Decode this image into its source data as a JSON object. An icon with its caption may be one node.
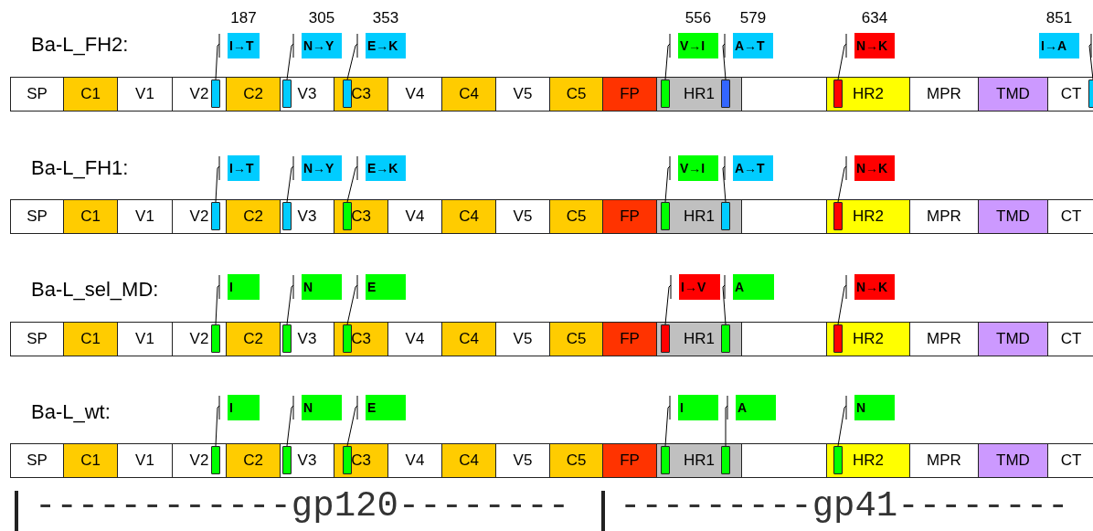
{
  "diagram": {
    "nodes": [
      {
        "text": [
          "I→T"
        ],
        "beside": [
          "187"
        ]
      },
      {
        "text": [
          "N→Y"
        ],
        "beside": [
          "305"
        ]
      },
      {
        "text": [
          "E→K"
        ],
        "beside": [
          "353"
        ]
      },
      {
        "text": [
          "V→I"
        ],
        "beside": [
          "556"
        ]
      },
      {
        "text": [
          "A→T"
        ],
        "beside": [
          "579"
        ]
      },
      {
        "text": [
          "N→K"
        ],
        "beside": [
          "634"
        ]
      },
      {
        "text": [
          "I→A"
        ],
        "beside": [
          "851"
        ]
      },
      {
        "text": [
          "SP"
        ]
      },
      {
        "text": [
          "C1"
        ]
      },
      {
        "text": [
          "V1"
        ]
      },
      {
        "text": [
          "V2"
        ]
      },
      {
        "text": [],
        "shape": "bar",
        "in": 10
      },
      {
        "text": [
          "C2"
        ]
      },
      {
        "text": [
          "V3"
        ]
      },
      {
        "text": [],
        "shape": "bar",
        "in": 13
      },
      {
        "text": [
          "C3"
        ]
      },
      {
        "text": [],
        "shape": "bar",
        "in": 15
      },
      {
        "text": [
          "V4"
        ]
      },
      {
        "text": [
          "C4"
        ]
      },
      {
        "text": [
          "V5"
        ]
      },
      {
        "text": [
          "C5"
        ]
      },
      {
        "text": [
          "FP"
        ]
      },
      {
        "text": [
          "HR1"
        ]
      },
      {
        "text": [],
        "shape": "bar",
        "in": 22
      },
      {
        "text": [],
        "shape": "bar",
        "in": 22
      },
      {
        "text": [],
        "shape": "box"
      },
      {
        "text": [
          "HR2"
        ]
      },
      {
        "text": [],
        "shape": "bar",
        "in": 26
      },
      {
        "text": [
          "MPR"
        ]
      },
      {
        "text": [
          "TMD"
        ]
      },
      {
        "text": [
          "CT"
        ]
      },
      {
        "text": [],
        "shape": "bar",
        "in": 30
      },
      {
        "text": [
          "I→T"
        ]
      },
      {
        "text": [
          "N→Y"
        ]
      },
      {
        "text": [
          "E→K"
        ]
      },
      {
        "text": [
          "V→I"
        ]
      },
      {
        "text": [
          "A→T"
        ]
      },
      {
        "text": [
          "N→K"
        ]
      },
      {
        "text": [
          "SP"
        ]
      },
      {
        "text": [
          "C1"
        ]
      },
      {
        "text": [
          "V1"
        ]
      },
      {
        "text": [
          "V2"
        ]
      },
      {
        "text": [],
        "shape": "bar",
        "in": 41
      },
      {
        "text": [
          "C2"
        ]
      },
      {
        "text": [
          "V3"
        ]
      },
      {
        "text": [],
        "shape": "bar",
        "in": 44
      },
      {
        "text": [
          "C3"
        ]
      },
      {
        "text": [],
        "shape": "bar",
        "in": 46
      },
      {
        "text": [
          "V4"
        ]
      },
      {
        "text": [
          "C4"
        ]
      },
      {
        "text": [
          "V5"
        ]
      },
      {
        "text": [
          "C5"
        ]
      },
      {
        "text": [
          "FP"
        ]
      },
      {
        "text": [
          "HR1"
        ]
      },
      {
        "text": [],
        "shape": "bar",
        "in": 53
      },
      {
        "text": [],
        "shape": "bar",
        "in": 53
      },
      {
        "text": [],
        "shape": "box"
      },
      {
        "text": [
          "HR2"
        ]
      },
      {
        "text": [],
        "shape": "bar",
        "in": 57
      },
      {
        "text": [
          "MPR"
        ]
      },
      {
        "text": [
          "TMD"
        ]
      },
      {
        "text": [
          "CT"
        ]
      },
      {
        "text": [
          "I"
        ]
      },
      {
        "text": [
          "N"
        ]
      },
      {
        "text": [
          "E"
        ]
      },
      {
        "text": [
          "I→V"
        ]
      },
      {
        "text": [
          "A"
        ]
      },
      {
        "text": [
          "N→K"
        ]
      },
      {
        "text": [
          "SP"
        ]
      },
      {
        "text": [
          "C1"
        ]
      },
      {
        "text": [
          "V1"
        ]
      },
      {
        "text": [
          "V2"
        ]
      },
      {
        "text": [],
        "shape": "bar",
        "in": 71
      },
      {
        "text": [
          "C2"
        ]
      },
      {
        "text": [
          "V3"
        ]
      },
      {
        "text": [],
        "shape": "bar",
        "in": 74
      },
      {
        "text": [
          "C3"
        ]
      },
      {
        "text": [],
        "shape": "bar",
        "in": 76
      },
      {
        "text": [
          "V4"
        ]
      },
      {
        "text": [
          "C4"
        ]
      },
      {
        "text": [
          "V5"
        ]
      },
      {
        "text": [
          "C5"
        ]
      },
      {
        "text": [
          "FP"
        ]
      },
      {
        "text": [
          "HR1"
        ]
      },
      {
        "text": [],
        "shape": "bar",
        "in": 83
      },
      {
        "text": [],
        "shape": "bar",
        "in": 83
      },
      {
        "text": [],
        "shape": "box"
      },
      {
        "text": [
          "HR2"
        ]
      },
      {
        "text": [],
        "shape": "bar",
        "in": 87
      },
      {
        "text": [
          "MPR"
        ]
      },
      {
        "text": [
          "TMD"
        ]
      },
      {
        "text": [
          "CT"
        ]
      },
      {
        "text": [
          "I"
        ]
      },
      {
        "text": [
          "N"
        ]
      },
      {
        "text": [
          "E"
        ]
      },
      {
        "text": [
          "I"
        ]
      },
      {
        "text": [
          "A"
        ]
      },
      {
        "text": [
          "N"
        ]
      },
      {
        "text": [
          "SP"
        ]
      },
      {
        "text": [
          "C1"
        ]
      },
      {
        "text": [
          "V1"
        ]
      },
      {
        "text": [
          "V2"
        ]
      },
      {
        "text": [],
        "shape": "bar",
        "in": 101
      },
      {
        "text": [
          "C2"
        ]
      },
      {
        "text": [
          "V3"
        ]
      },
      {
        "text": [],
        "shape": "bar",
        "in": 104
      },
      {
        "text": [
          "C3"
        ]
      },
      {
        "text": [],
        "shape": "bar",
        "in": 106
      },
      {
        "text": [
          "V4"
        ]
      },
      {
        "text": [
          "C4"
        ]
      },
      {
        "text": [
          "V5"
        ]
      },
      {
        "text": [
          "C5"
        ]
      },
      {
        "text": [
          "FP"
        ]
      },
      {
        "text": [
          "HR1"
        ]
      },
      {
        "text": [],
        "shape": "bar",
        "in": 113
      },
      {
        "text": [],
        "shape": "bar",
        "in": 113
      },
      {
        "text": [],
        "shape": "box"
      },
      {
        "text": [
          "HR2"
        ]
      },
      {
        "text": [],
        "shape": "bar",
        "in": 117
      },
      {
        "text": [
          "MPR"
        ]
      },
      {
        "text": [
          "TMD"
        ]
      },
      {
        "text": [
          "CT"
        ]
      }
    ],
    "edges": [
      {
        "from": 0,
        "to": 11,
        "arrow": "none"
      },
      {
        "from": 1,
        "to": 14,
        "arrow": "none"
      },
      {
        "from": 2,
        "to": 16,
        "arrow": "none"
      },
      {
        "from": 3,
        "to": 23,
        "arrow": "none"
      },
      {
        "from": 4,
        "to": 24,
        "arrow": "none"
      },
      {
        "from": 5,
        "to": 27,
        "arrow": "none"
      },
      {
        "from": 6,
        "to": 31,
        "arrow": "none"
      },
      {
        "from": 32,
        "to": 42,
        "arrow": "none"
      },
      {
        "from": 33,
        "to": 45,
        "arrow": "none"
      },
      {
        "from": 34,
        "to": 47,
        "arrow": "none"
      },
      {
        "from": 35,
        "to": 54,
        "arrow": "none"
      },
      {
        "from": 36,
        "to": 55,
        "arrow": "none"
      },
      {
        "from": 37,
        "to": 58,
        "arrow": "none"
      },
      {
        "from": 62,
        "to": 72,
        "arrow": "none"
      },
      {
        "from": 63,
        "to": 75,
        "arrow": "none"
      },
      {
        "from": 64,
        "to": 77,
        "arrow": "none"
      },
      {
        "from": 65,
        "to": 84,
        "arrow": "none"
      },
      {
        "from": 66,
        "to": 85,
        "arrow": "none"
      },
      {
        "from": 67,
        "to": 88,
        "arrow": "none"
      },
      {
        "from": 92,
        "to": 102,
        "arrow": "none"
      },
      {
        "from": 93,
        "to": 105,
        "arrow": "none"
      },
      {
        "from": 94,
        "to": 107,
        "arrow": "none"
      },
      {
        "from": 95,
        "to": 114,
        "arrow": "none"
      },
      {
        "from": 96,
        "to": 115,
        "arrow": "none"
      },
      {
        "from": 97,
        "to": 118,
        "arrow": "none"
      }
    ],
    "labels": [
      "Ba-L_FH2:",
      "Ba-L_FH1:",
      "Ba-L_sel_MD:",
      "Ba-L_wt:",
      "------------gp120--------",
      "---------gp41--------"
    ]
  }
}
